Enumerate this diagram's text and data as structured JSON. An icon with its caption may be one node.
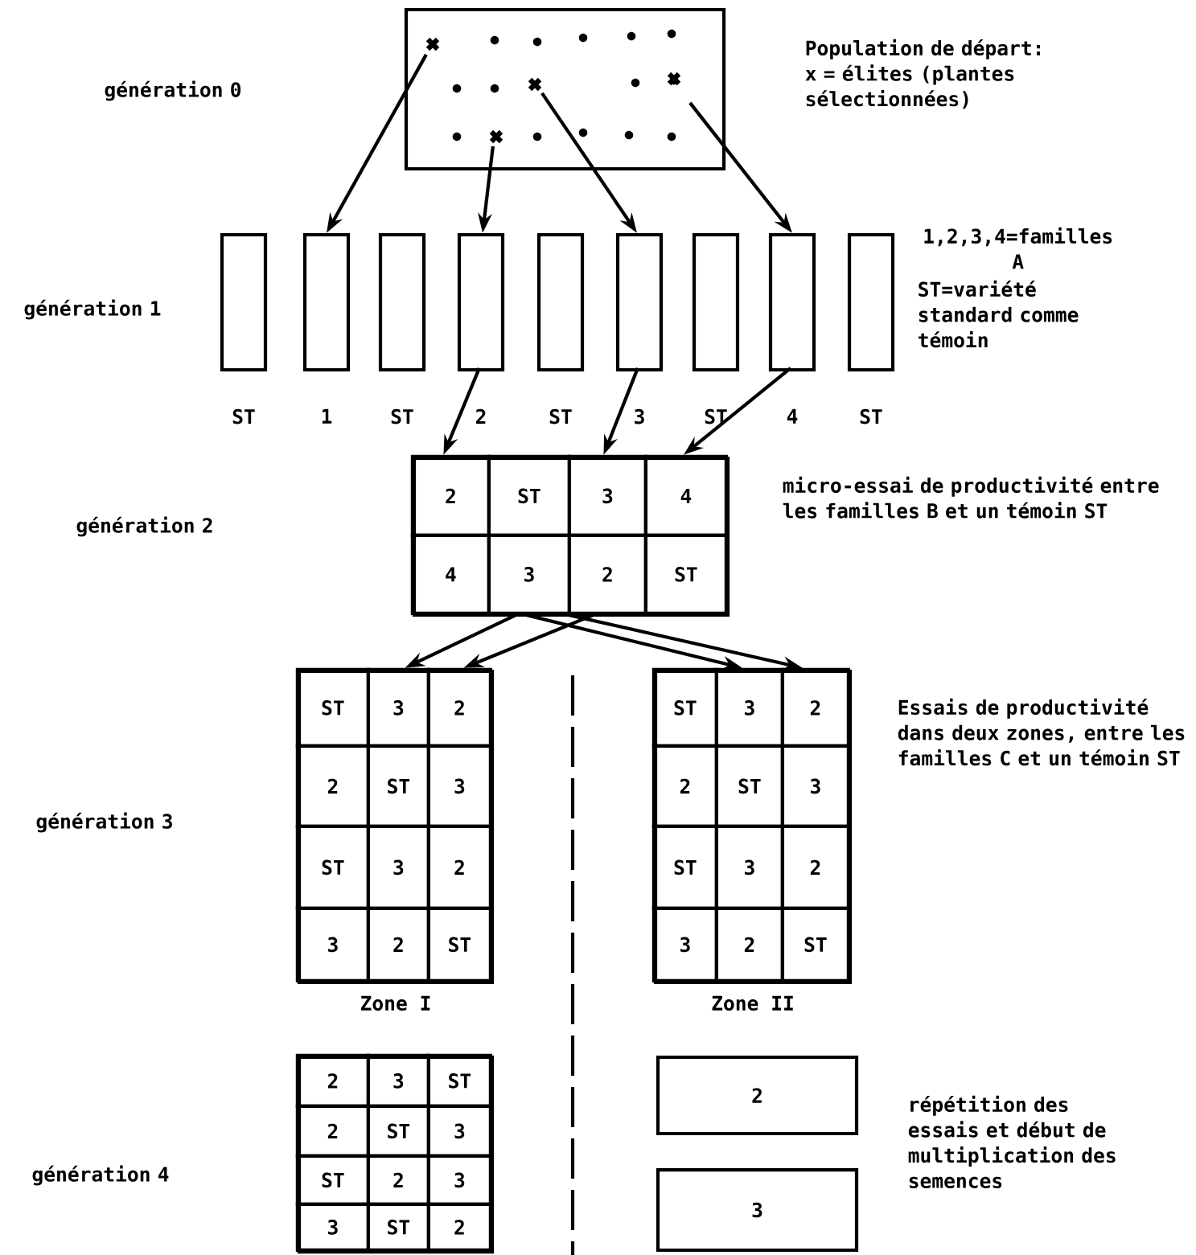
{
  "diagram": {
    "nodes": [
      {
        "text": [],
        "shape": "box"
      },
      {
        "text": [
          "ST"
        ]
      },
      {
        "text": [
          "1"
        ]
      },
      {
        "text": [
          "ST"
        ]
      },
      {
        "text": [
          "2"
        ]
      },
      {
        "text": [
          "ST"
        ]
      },
      {
        "text": [
          "3"
        ]
      },
      {
        "text": [
          "ST"
        ]
      },
      {
        "text": [
          "4"
        ]
      },
      {
        "text": [
          "ST"
        ]
      },
      {
        "text": [],
        "shape": "box"
      },
      {
        "text": [
          "2"
        ],
        "in": 10
      },
      {
        "text": [
          "ST"
        ],
        "in": 10
      },
      {
        "text": [
          "3"
        ],
        "in": 10
      },
      {
        "text": [
          "4"
        ],
        "in": 10
      },
      {
        "text": [
          "4"
        ],
        "in": 10
      },
      {
        "text": [
          "3"
        ],
        "in": 10
      },
      {
        "text": [
          "2"
        ],
        "in": 10
      },
      {
        "text": [
          "ST"
        ],
        "in": 10
      },
      {
        "text": [
          "Zone I"
        ]
      },
      {
        "text": [
          "ST"
        ],
        "in": 19
      },
      {
        "text": [
          "3"
        ],
        "in": 19
      },
      {
        "text": [
          "2"
        ],
        "in": 19
      },
      {
        "text": [
          "2"
        ],
        "in": 19
      },
      {
        "text": [
          "ST"
        ],
        "in": 19
      },
      {
        "text": [
          "3"
        ],
        "in": 19
      },
      {
        "text": [
          "ST"
        ],
        "in": 19
      },
      {
        "text": [
          "3"
        ],
        "in": 19
      },
      {
        "text": [
          "2"
        ],
        "in": 19
      },
      {
        "text": [
          "3"
        ],
        "in": 19
      },
      {
        "text": [
          "2"
        ],
        "in": 19
      },
      {
        "text": [
          "ST"
        ],
        "in": 19
      },
      {
        "text": [
          "Zone II"
        ]
      },
      {
        "text": [
          "ST"
        ],
        "in": 32
      },
      {
        "text": [
          "3"
        ],
        "in": 32
      },
      {
        "text": [
          "2"
        ],
        "in": 32
      },
      {
        "text": [
          "2"
        ],
        "in": 32
      },
      {
        "text": [
          "ST"
        ],
        "in": 32
      },
      {
        "text": [
          "3"
        ],
        "in": 32
      },
      {
        "text": [
          "ST"
        ],
        "in": 32
      },
      {
        "text": [
          "3"
        ],
        "in": 32
      },
      {
        "text": [
          "2"
        ],
        "in": 32
      },
      {
        "text": [
          "3"
        ],
        "in": 32
      },
      {
        "text": [
          "2"
        ],
        "in": 32
      },
      {
        "text": [
          "ST"
        ],
        "in": 32
      },
      {
        "text": [],
        "shape": "box"
      },
      {
        "text": [
          "2"
        ],
        "in": 45
      },
      {
        "text": [
          "3"
        ],
        "in": 45
      },
      {
        "text": [
          "ST"
        ],
        "in": 45
      },
      {
        "text": [
          "2"
        ],
        "in": 45
      },
      {
        "text": [
          "ST"
        ],
        "in": 45
      },
      {
        "text": [
          "3"
        ],
        "in": 45
      },
      {
        "text": [
          "ST"
        ],
        "in": 45
      },
      {
        "text": [
          "2"
        ],
        "in": 45
      },
      {
        "text": [
          "3"
        ],
        "in": 45
      },
      {
        "text": [
          "3"
        ],
        "in": 45
      },
      {
        "text": [
          "ST"
        ],
        "in": 45
      },
      {
        "text": [
          "2"
        ],
        "in": 45
      },
      {
        "text": [
          "2"
        ]
      },
      {
        "text": [
          "3"
        ]
      }
    ],
    "edges": [
      {
        "from": 0,
        "to": 2,
        "arrow": "to"
      },
      {
        "from": 0,
        "to": 4,
        "arrow": "to"
      },
      {
        "from": 0,
        "to": 6,
        "arrow": "to"
      },
      {
        "from": 0,
        "to": 8,
        "arrow": "to"
      },
      {
        "from": 4,
        "to": 11,
        "arrow": "to"
      },
      {
        "from": 6,
        "to": 13,
        "arrow": "to"
      },
      {
        "from": 8,
        "to": 14,
        "arrow": "to"
      },
      {
        "from": 10,
        "to": 21,
        "arrow": "to"
      },
      {
        "from": 10,
        "to": 22,
        "arrow": "to"
      },
      {
        "from": 10,
        "to": 34,
        "arrow": "to"
      },
      {
        "from": 10,
        "to": 35,
        "arrow": "to"
      }
    ],
    "labels": [
      "génération 0",
      "Population de départ: x = élites (plantes sélectionnées)",
      "1,2,3,4=familles A",
      "génération 1",
      "ST=variété standard comme témoin",
      "génération 2",
      "micro-essai de productivité entre les familles B et un témoin ST",
      "génération 3",
      "Essais de productivité dans deux zones, entre les familles C et un témoin ST",
      "génération 4",
      "répétition des essais et début de multiplication des semences"
    ]
  }
}
